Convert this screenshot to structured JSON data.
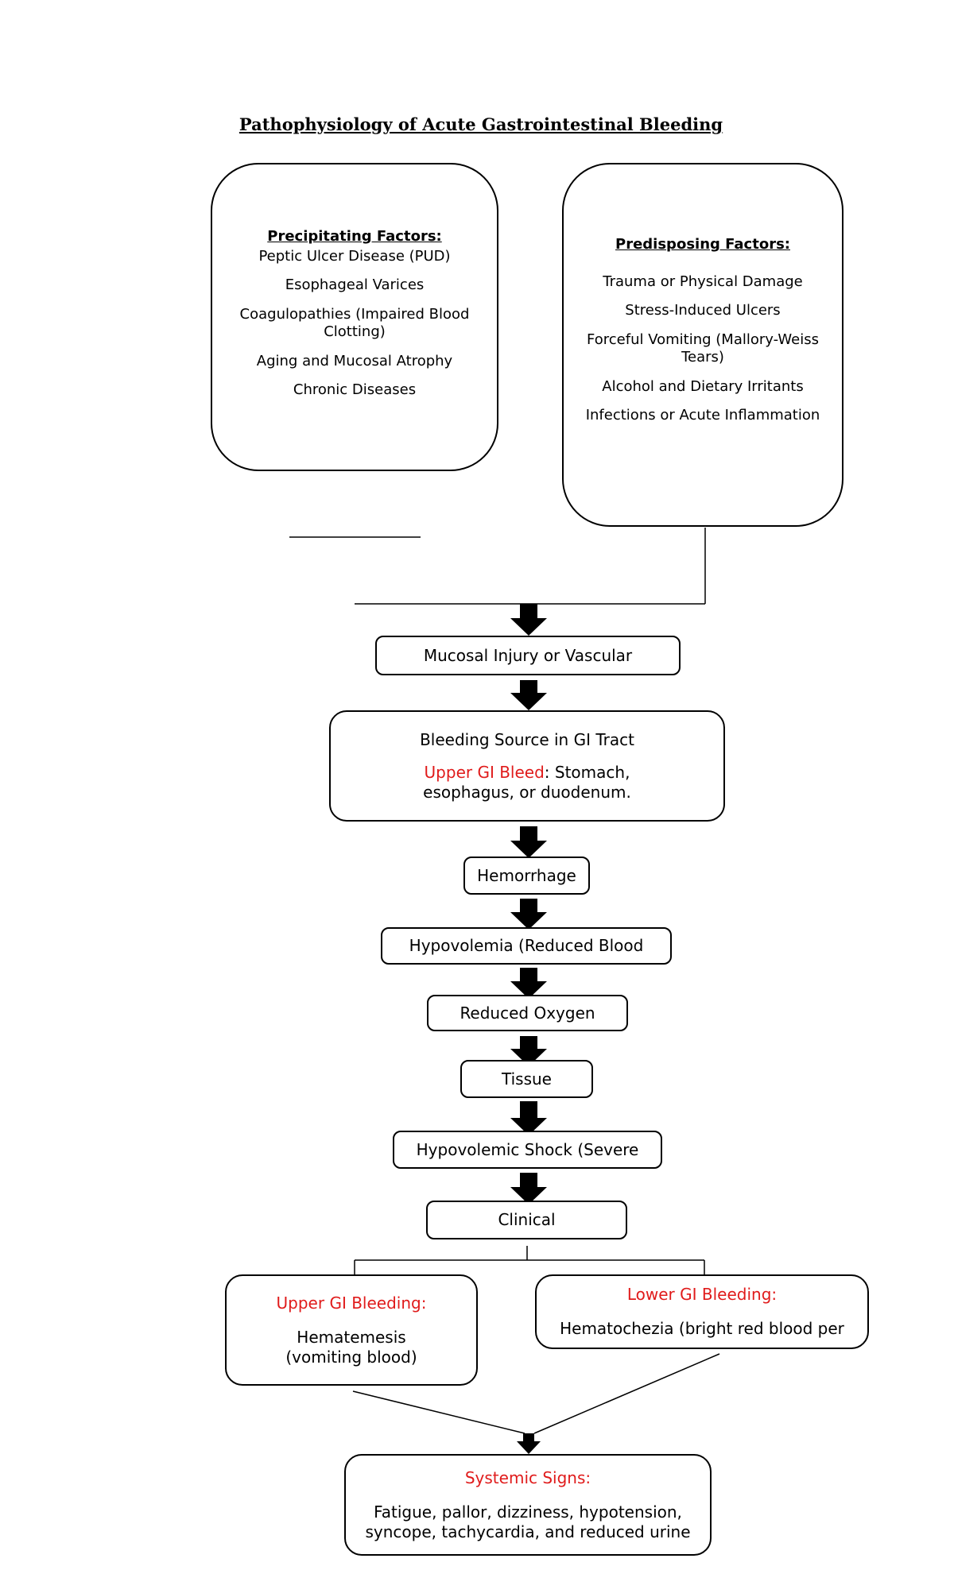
{
  "title": "Pathophysiology of Acute Gastrointestinal Bleeding",
  "precipitating": {
    "heading": "Precipitating Factors:",
    "items": [
      "Peptic Ulcer Disease (PUD)",
      "Esophageal Varices",
      "Coagulopathies (Impaired Blood Clotting)",
      "Aging and Mucosal Atrophy",
      "Chronic Diseases"
    ]
  },
  "predisposing": {
    "heading": "Predisposing Factors:",
    "items": [
      "Trauma or Physical Damage",
      "Stress-Induced Ulcers",
      "Forceful Vomiting (Mallory-Weiss Tears)",
      "Alcohol and Dietary Irritants",
      "Infections or Acute Inflammation"
    ]
  },
  "flow": {
    "mucosal": "Mucosal Injury or Vascular",
    "bleeding_source": {
      "title": "Bleeding Source in GI Tract",
      "upper_label": "Upper GI Bleed",
      "upper_text": ": Stomach, esophagus, or duodenum."
    },
    "hemorrhage": "Hemorrhage",
    "hypovolemia": "Hypovolemia (Reduced Blood",
    "reduced_oxygen": "Reduced Oxygen",
    "tissue": "Tissue",
    "shock": "Hypovolemic Shock (Severe",
    "clinical": "Clinical"
  },
  "upper_gi": {
    "heading": "Upper GI Bleeding:",
    "text": "Hematemesis (vomiting blood)"
  },
  "lower_gi": {
    "heading": "Lower GI Bleeding:",
    "text": "Hematochezia (bright red blood per"
  },
  "systemic": {
    "heading": "Systemic Signs:",
    "text": "Fatigue, pallor, dizziness, hypotension, syncope, tachycardia, and reduced urine"
  },
  "colors": {
    "accent_red": "#e01b1b",
    "line": "#000000"
  }
}
